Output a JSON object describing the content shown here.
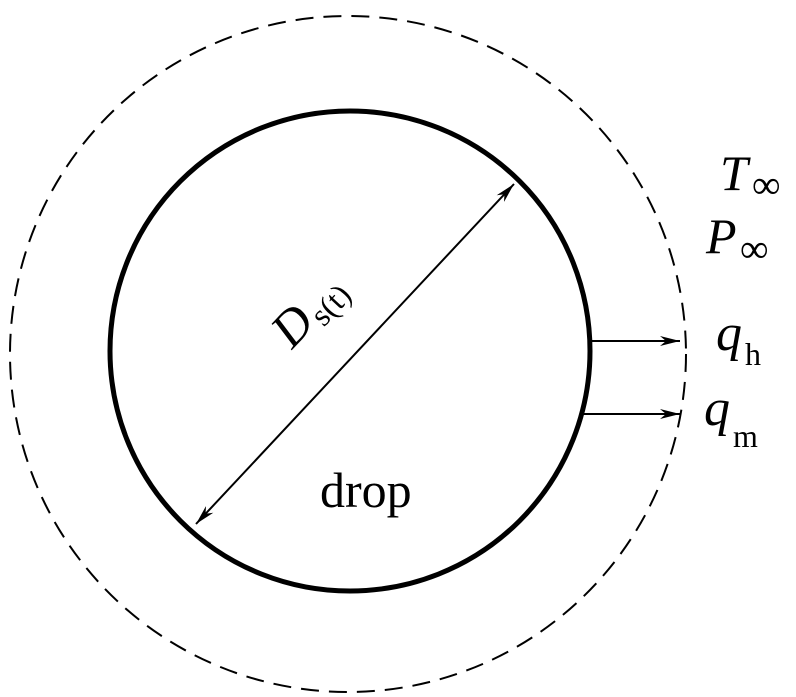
{
  "diagram": {
    "drop_label": "drop",
    "diameter": {
      "symbol": "D",
      "subscript": "s(t)"
    },
    "ambient": [
      {
        "symbol": "T",
        "subscript": "∞"
      },
      {
        "symbol": "P",
        "subscript": "∞"
      }
    ],
    "fluxes": [
      {
        "symbol": "q",
        "subscript": "h"
      },
      {
        "symbol": "q",
        "subscript": "m"
      }
    ],
    "colors": {
      "stroke": "#000000",
      "background": "#ffffff"
    }
  }
}
